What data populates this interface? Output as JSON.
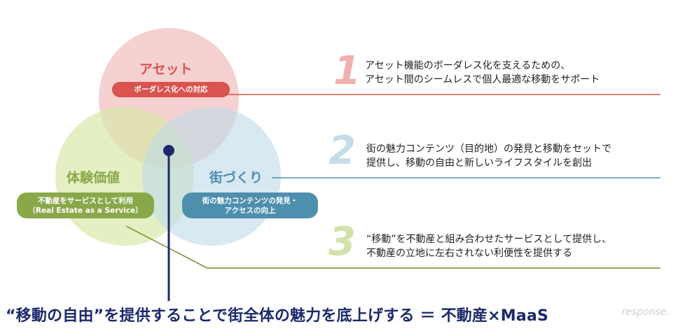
{
  "colors": {
    "asset": "#d9534f",
    "taiken": "#8aa84a",
    "machi": "#4f8fae",
    "bottom_text": "#1c2a6b"
  },
  "circles": {
    "asset": {
      "title": "アセット",
      "pill": [
        "ボーダレス化への対応"
      ]
    },
    "taiken": {
      "title": "体験価値",
      "pill": [
        "不動産をサービスとして利用",
        "（Real Estate as a Service）"
      ]
    },
    "machi": {
      "title": "街づくり",
      "pill": [
        "街の魅力コンテンツの発見・",
        "アクセスの向上"
      ]
    }
  },
  "points": [
    {
      "number": "1",
      "lines": [
        "アセット機能のボーダレス化を支えるための、",
        "アセット間のシームレスで個人最適な移動をサポート"
      ]
    },
    {
      "number": "2",
      "lines": [
        "街の魅力コンテンツ（目的地）の発見と移動をセットで",
        "提供し、移動の自由と新しいライフスタイルを創出"
      ]
    },
    {
      "number": "3",
      "lines": [
        "“移動”を不動産と組み合わせたサービスとして提供し、",
        "不動産の立地に左右されない利便性を提供する"
      ]
    }
  ],
  "bottom_text": "“移動の自由”を提供することで街全体の魅力を底上げする ＝ 不動産×MaaS",
  "watermark": "response."
}
